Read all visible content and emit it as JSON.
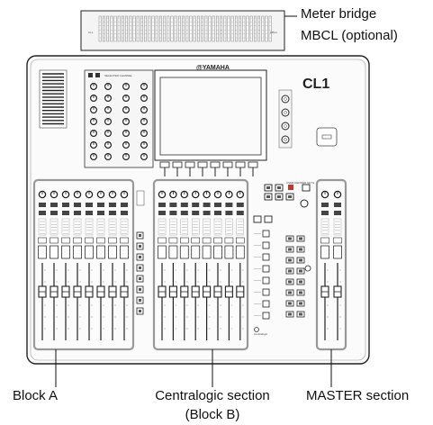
{
  "meter_bridge": {
    "device_label_left": "CL1",
    "device_label_right": "MBCL"
  },
  "console": {
    "brand": "@YAMAHA",
    "model": "CL1",
    "selected_channel_label": "SELECTED CHANNEL",
    "user_defined_keys_label": "USER DEFINED KEYS",
    "centralogic_label": "Centralogic",
    "block_a_channels": 8,
    "block_b_channels": 8,
    "master_channels": 2
  },
  "callouts": {
    "meter_bridge_line1": "Meter bridge",
    "meter_bridge_line2": "MBCL (optional)",
    "block_a": "Block A",
    "centralogic_line1": "Centralogic section",
    "centralogic_line2": "(Block B)",
    "master": "MASTER section"
  }
}
